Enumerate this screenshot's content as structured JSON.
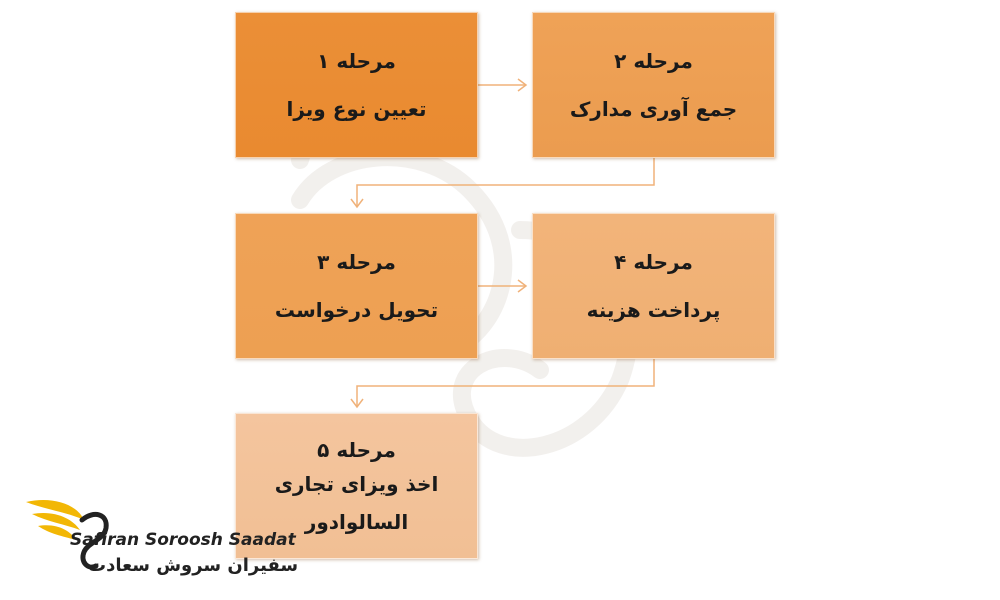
{
  "steps": [
    {
      "step": "مرحله ۱",
      "title": "تعیین نوع ویزا"
    },
    {
      "step": "مرحله ۲",
      "title": "جمع آوری مدارک"
    },
    {
      "step": "مرحله ۳",
      "title": "تحویل درخواست"
    },
    {
      "step": "مرحله ۴",
      "title": "پرداخت هزینه"
    },
    {
      "step": "مرحله ۵",
      "title_line1": "اخذ ویزای تجاری",
      "title_line2": "السالوادور"
    }
  ],
  "logo": {
    "name_en": "Safiran Soroosh Saadat",
    "name_fa": "سفیران سروش سعادت",
    "icon": "swan-logo-icon"
  },
  "colors": {
    "step1": "#e98a30",
    "step2": "#ed9f52",
    "step3": "#eda052",
    "step4": "#f0b175",
    "step5": "#f3c49b",
    "connector": "#f0b27a"
  }
}
